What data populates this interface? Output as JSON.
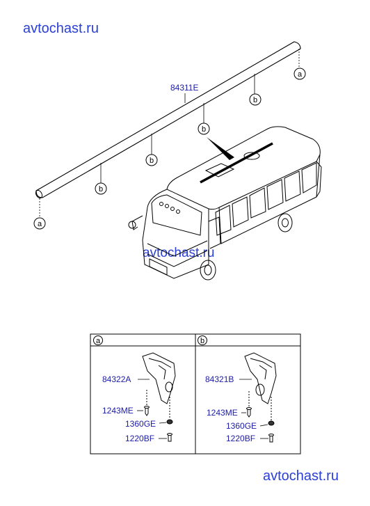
{
  "watermark": {
    "text": "avtochast.ru",
    "color": "#2a3fd4"
  },
  "diagram": {
    "main_part": "84311E",
    "callout_a": "a",
    "callout_b": "b",
    "panel_a": {
      "tag": "a",
      "bracket": "84322A",
      "parts": [
        "1243ME",
        "1360GE",
        "1220BF"
      ]
    },
    "panel_b": {
      "tag": "b",
      "bracket": "84321B",
      "parts": [
        "1243ME",
        "1360GE",
        "1220BF"
      ]
    },
    "label_color": "#1a1aa6"
  }
}
